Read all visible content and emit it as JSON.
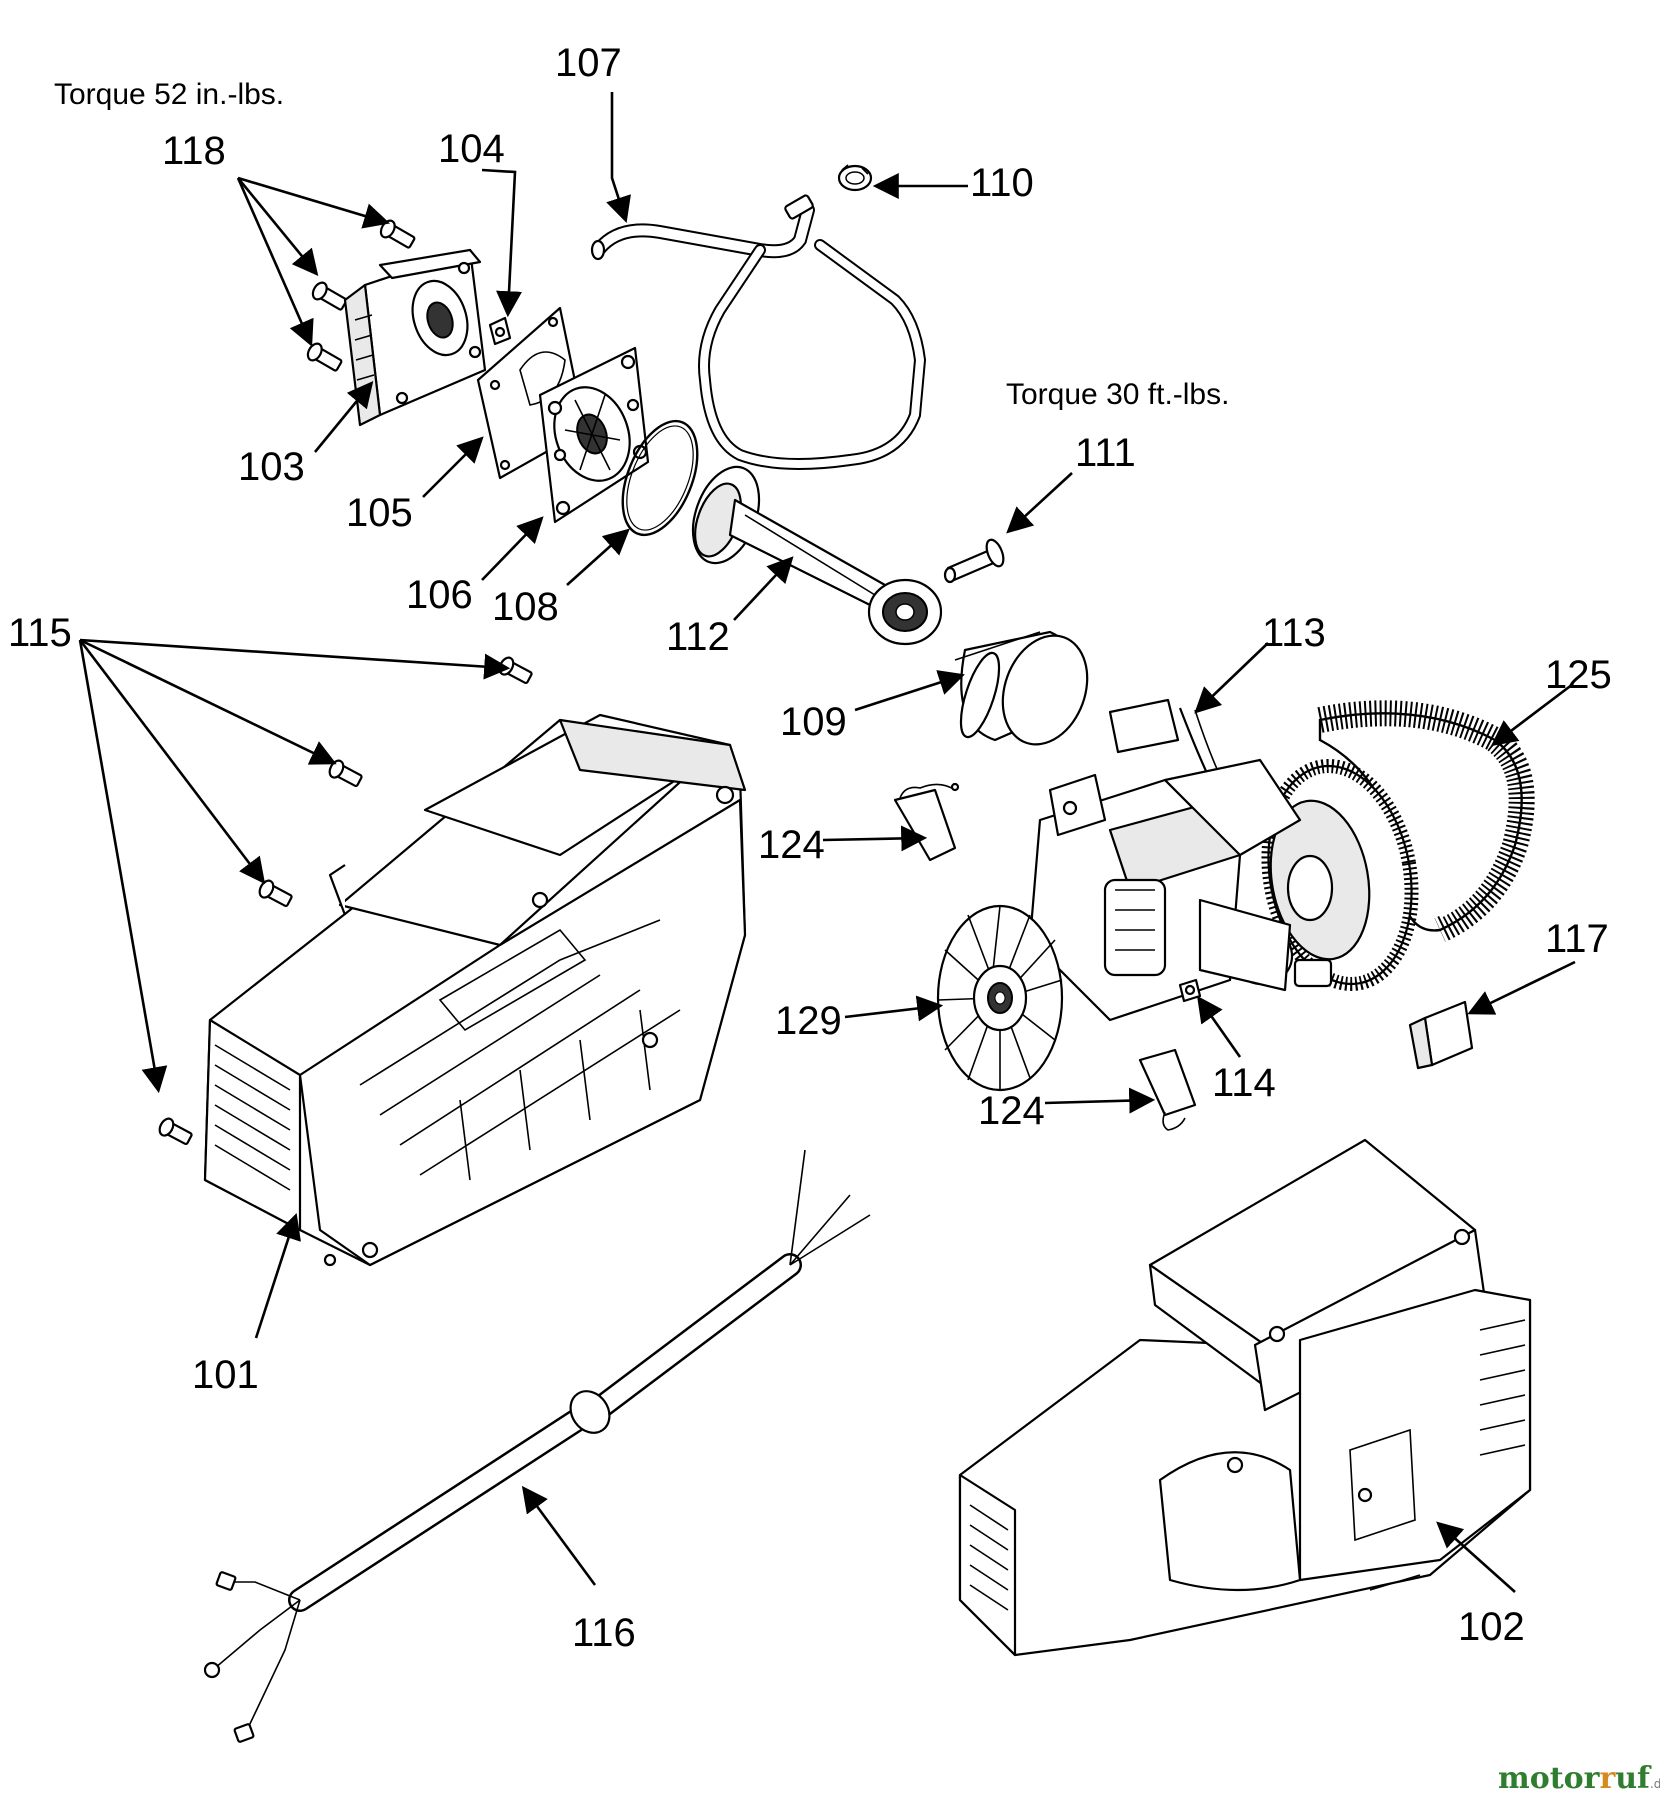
{
  "notes": {
    "torque_top": "Torque 52 in.-lbs.",
    "torque_mid": "Torque 30 ft.-lbs."
  },
  "callouts": {
    "c101": "101",
    "c102": "102",
    "c103": "103",
    "c104": "104",
    "c105": "105",
    "c106": "106",
    "c107": "107",
    "c108": "108",
    "c109": "109",
    "c110": "110",
    "c111": "111",
    "c112": "112",
    "c113": "113",
    "c114": "114",
    "c115": "115",
    "c116": "116",
    "c117": "117",
    "c118": "118",
    "c124a": "124",
    "c124b": "124",
    "c125": "125",
    "c129": "129"
  },
  "watermark": {
    "brand_a": "motor",
    "brand_b": "uf",
    "brand_r": "r",
    "suffix": ".de"
  },
  "colors": {
    "line": "#000000",
    "background": "#ffffff",
    "watermark_green": "#2f7d2f",
    "watermark_orange": "#d6891c"
  }
}
